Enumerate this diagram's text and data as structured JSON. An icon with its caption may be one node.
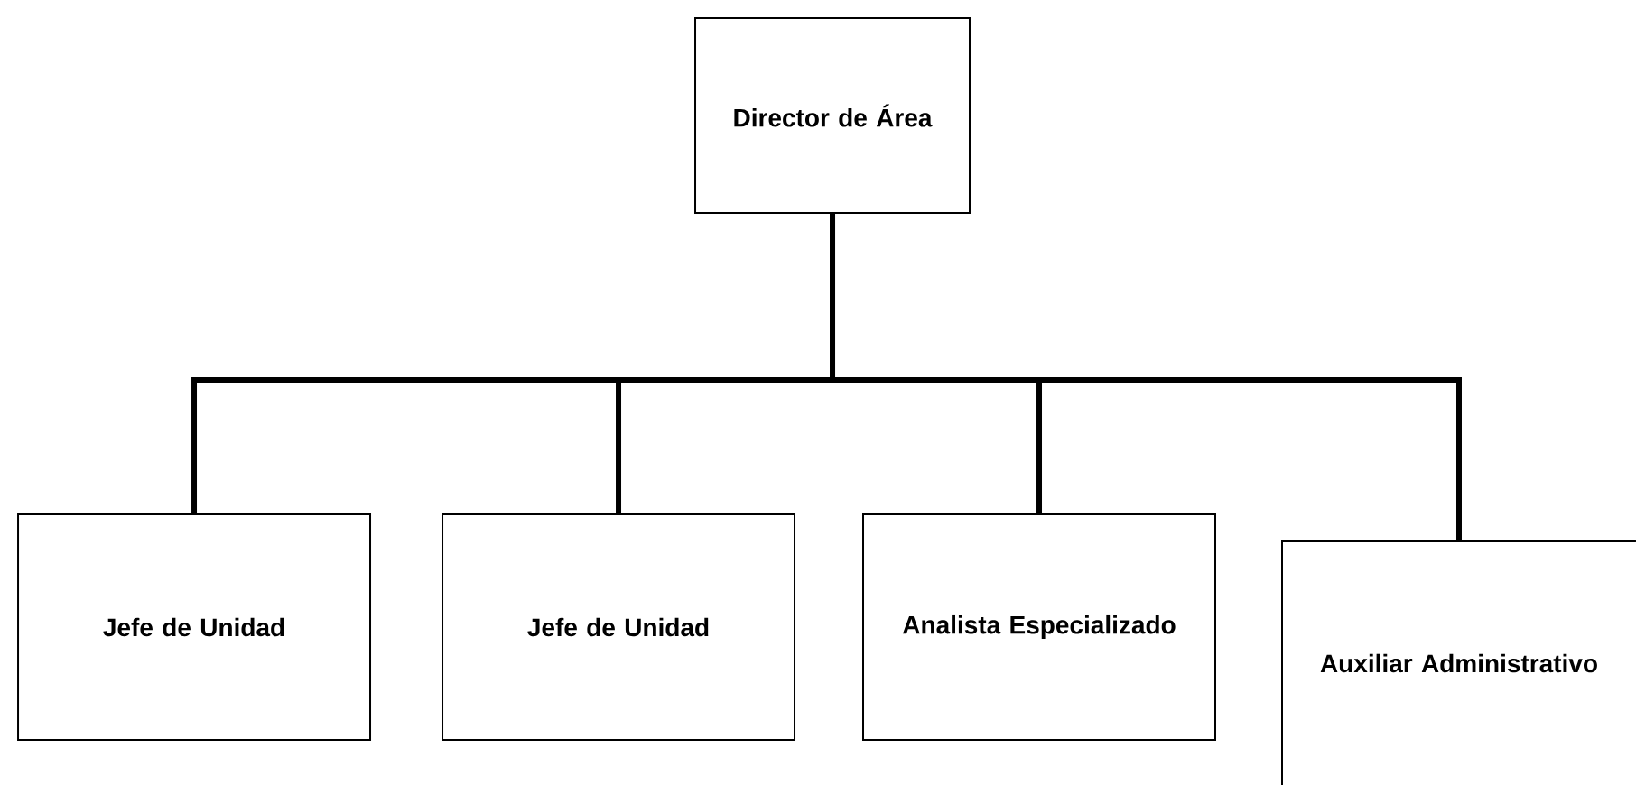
{
  "diagram": {
    "nodes": [
      {
        "text": [
          "Director de Área"
        ]
      },
      {
        "text": [
          "Jefe de Unidad"
        ]
      },
      {
        "text": [
          "Jefe de Unidad"
        ]
      },
      {
        "text": [
          "Analista Especializado"
        ]
      },
      {
        "text": [
          "Auxiliar Administrativo"
        ]
      }
    ],
    "edges": [
      {
        "from": 0,
        "to": 1,
        "arrow": "none"
      },
      {
        "from": 0,
        "to": 2,
        "arrow": "none"
      },
      {
        "from": 0,
        "to": 3,
        "arrow": "none"
      },
      {
        "from": 0,
        "to": 4,
        "arrow": "none"
      }
    ]
  }
}
